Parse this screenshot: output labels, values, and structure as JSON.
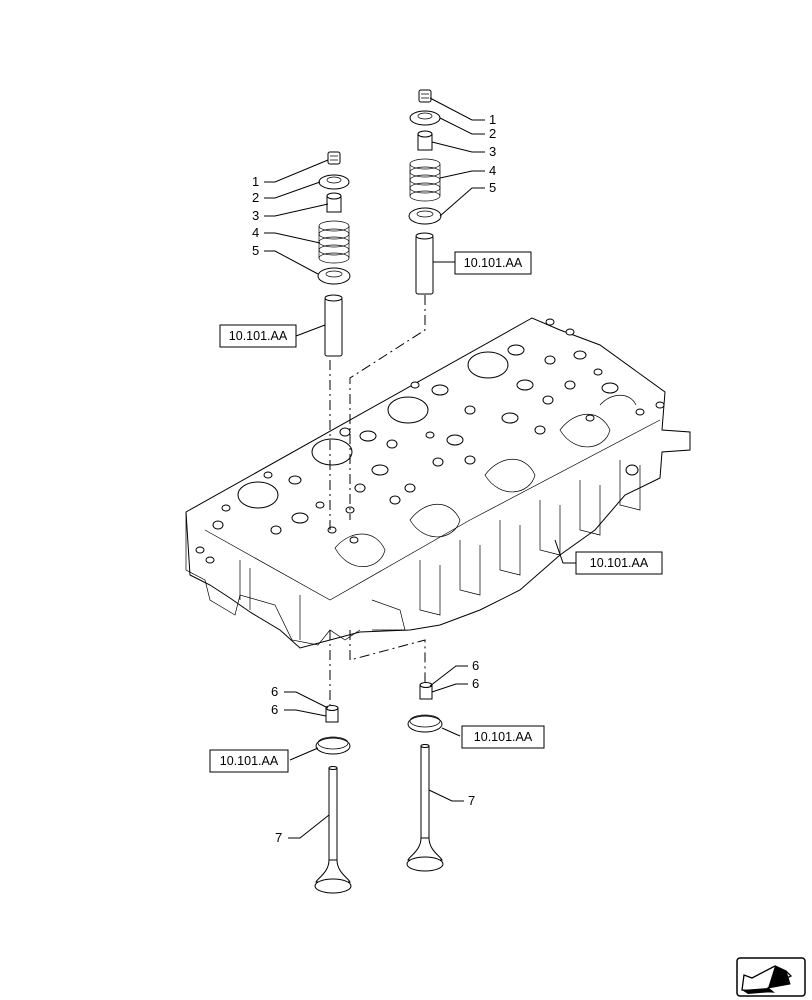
{
  "callouts": {
    "c1L": "1",
    "c2L": "2",
    "c3L": "3",
    "c4L": "4",
    "c5L": "5",
    "c1R": "1",
    "c2R": "2",
    "c3R": "3",
    "c4R": "4",
    "c5R": "5",
    "c6La": "6",
    "c6Lb": "6",
    "c6Ra": "6",
    "c6Rb": "6",
    "c7L": "7",
    "c7R": "7"
  },
  "refs": {
    "guideLeft": "10.101.AA",
    "guideRight": "10.101.AA",
    "cylinderHead": "10.101.AA",
    "sealLeft": "10.101.AA",
    "sealRight": "10.101.AA"
  },
  "icons": {
    "navigation": "arrow-icon"
  }
}
